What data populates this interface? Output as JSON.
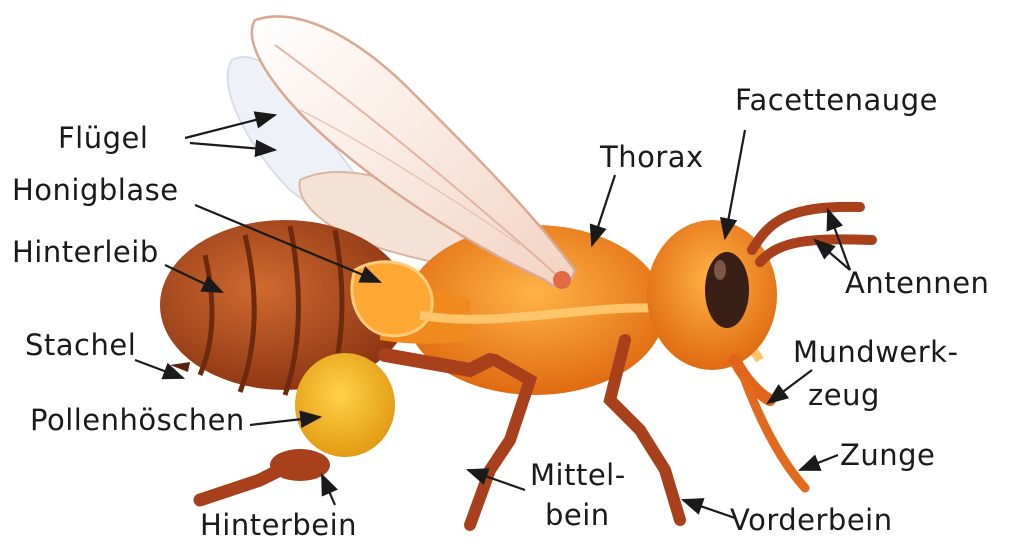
{
  "labels": {
    "fluegel": "Flügel",
    "honigblase": "Honigblase",
    "hinterleib": "Hinterleib",
    "stachel": "Stachel",
    "pollenhoeschen": "Pollenhöschen",
    "hinterbein": "Hinterbein",
    "thorax": "Thorax",
    "facettenauge": "Facettenauge",
    "antennen": "Antennen",
    "mundwerkzeug_line1": "Mundwerk-",
    "mundwerkzeug_line2": "zeug",
    "zunge": "Zunge",
    "mittelbein_line1": "Mittel-",
    "mittelbein_line2": "bein",
    "vorderbein": "Vorderbein"
  },
  "colors": {
    "body_orange": "#f28a1a",
    "abdomen_brown": "#b8521f",
    "pollen_yellow": "#f5b21c",
    "leg_brown": "#a8401c",
    "eye_dark": "#3a1f17",
    "wing": "#f7e6dc"
  }
}
